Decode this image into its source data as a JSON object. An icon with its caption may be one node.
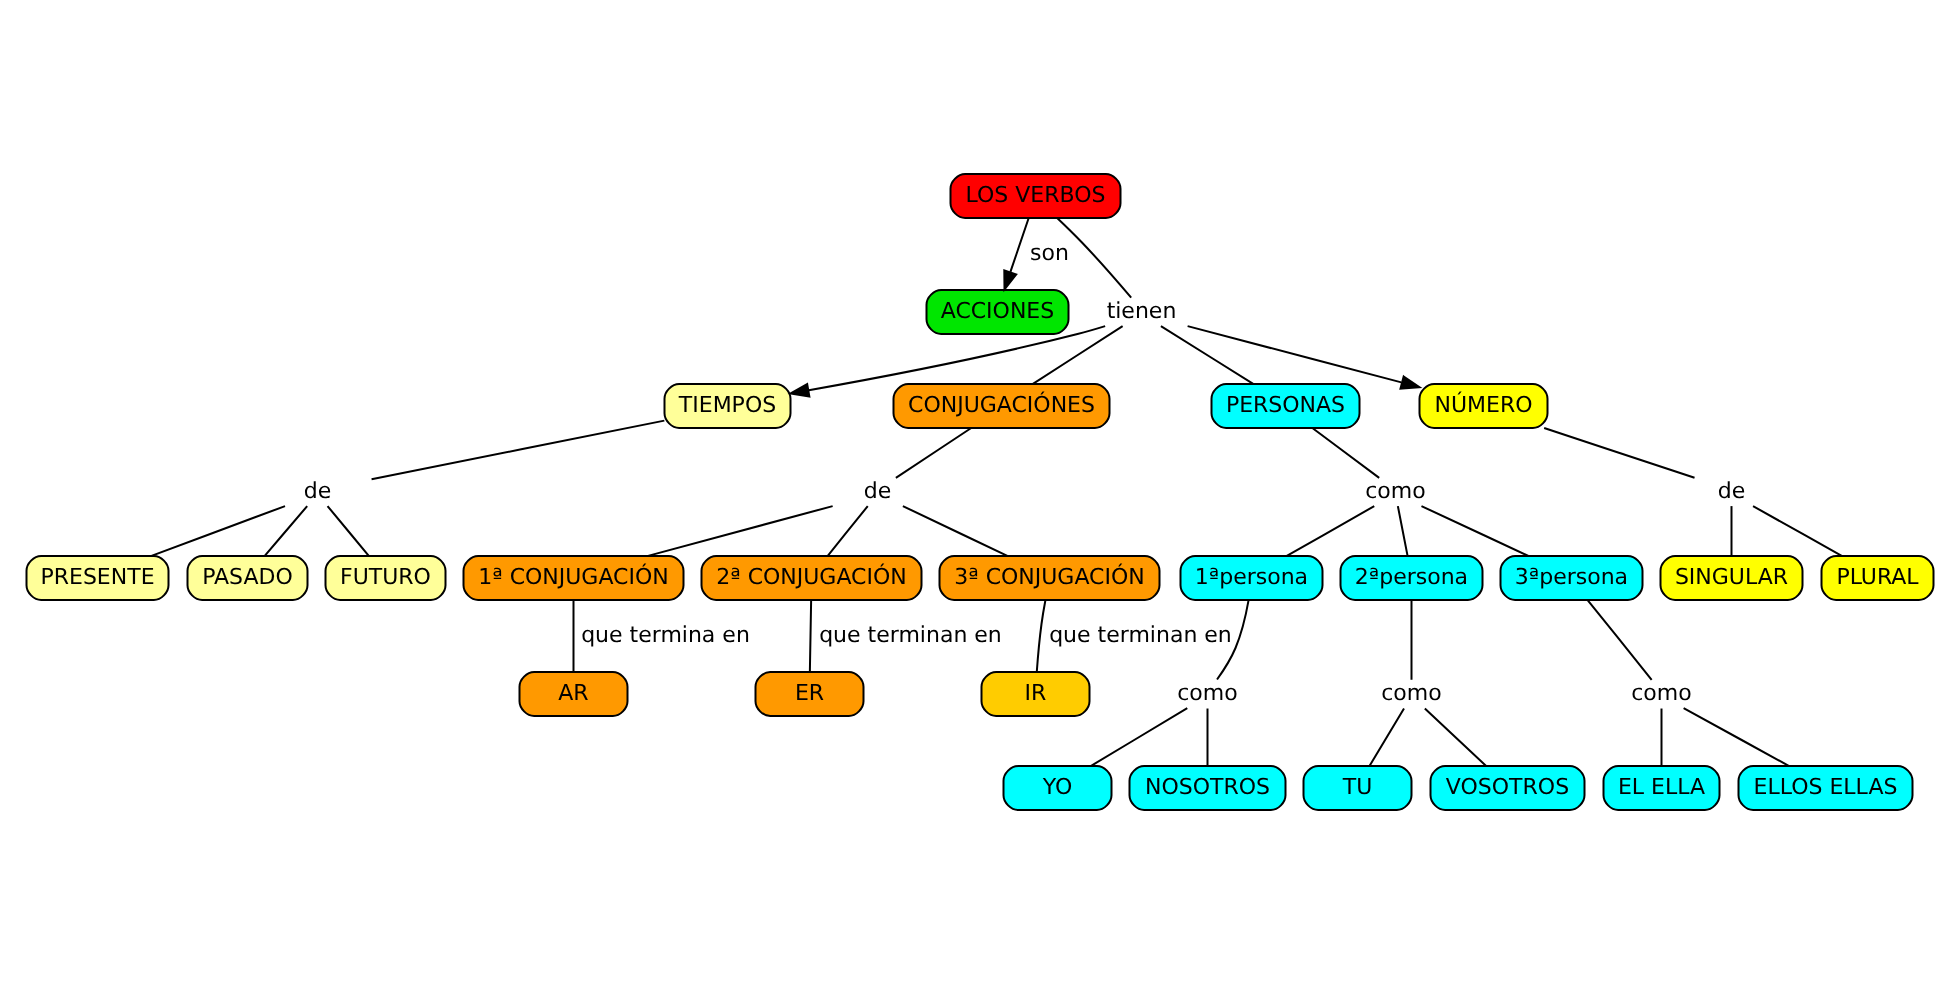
{
  "diagram": {
    "nodes": [
      {
        "text": [
          "LOS VERBOS"
        ]
      },
      {
        "text": [
          "tienen"
        ]
      },
      {
        "text": [
          "ACCIONES"
        ]
      },
      {
        "text": [
          "TIEMPOS"
        ]
      },
      {
        "text": [
          "CONJUGACIÓNES"
        ]
      },
      {
        "text": [
          "PERSONAS"
        ]
      },
      {
        "text": [
          "NÚMERO"
        ]
      },
      {
        "text": [
          "de"
        ]
      },
      {
        "text": [
          "de"
        ]
      },
      {
        "text": [
          "como"
        ]
      },
      {
        "text": [
          "de"
        ]
      },
      {
        "text": [
          "SINGULAR"
        ]
      },
      {
        "text": [
          "PLURAL"
        ]
      },
      {
        "text": [
          "PRESENTE"
        ]
      },
      {
        "text": [
          "PASADO"
        ]
      },
      {
        "text": [
          "FUTURO"
        ]
      },
      {
        "text": [
          "1ª CONJUGACIÓN"
        ]
      },
      {
        "text": [
          "2ª CONJUGACIÓN"
        ]
      },
      {
        "text": [
          "3ª CONJUGACIÓN"
        ]
      },
      {
        "text": [
          "1ªpersona"
        ]
      },
      {
        "text": [
          "2ªpersona"
        ]
      },
      {
        "text": [
          "3ªpersona"
        ]
      },
      {
        "text": [
          "como"
        ]
      },
      {
        "text": [
          "como"
        ]
      },
      {
        "text": [
          "como"
        ]
      },
      {
        "text": [
          "AR"
        ]
      },
      {
        "text": [
          "ER"
        ]
      },
      {
        "text": [
          "IR"
        ]
      },
      {
        "text": [
          "YO"
        ]
      },
      {
        "text": [
          "NOSOTROS"
        ]
      },
      {
        "text": [
          "TU"
        ]
      },
      {
        "text": [
          "VOSOTROS"
        ]
      },
      {
        "text": [
          "EL ELLA"
        ]
      },
      {
        "text": [
          "ELLOS ELLAS"
        ]
      }
    ],
    "edges": [
      {
        "from": 0,
        "to": 2,
        "arrow": "to",
        "label": "son"
      },
      {
        "from": 0,
        "to": 1,
        "arrow": "none"
      },
      {
        "from": 1,
        "to": 3,
        "arrow": "to"
      },
      {
        "from": 1,
        "to": 4,
        "arrow": "none"
      },
      {
        "from": 1,
        "to": 5,
        "arrow": "none"
      },
      {
        "from": 1,
        "to": 6,
        "arrow": "to"
      },
      {
        "from": 3,
        "to": 7,
        "arrow": "none"
      },
      {
        "from": 7,
        "to": 13,
        "arrow": "none"
      },
      {
        "from": 7,
        "to": 14,
        "arrow": "none"
      },
      {
        "from": 7,
        "to": 15,
        "arrow": "none"
      },
      {
        "from": 4,
        "to": 8,
        "arrow": "none"
      },
      {
        "from": 8,
        "to": 16,
        "arrow": "none"
      },
      {
        "from": 8,
        "to": 17,
        "arrow": "none"
      },
      {
        "from": 8,
        "to": 18,
        "arrow": "none"
      },
      {
        "from": 5,
        "to": 9,
        "arrow": "none"
      },
      {
        "from": 9,
        "to": 19,
        "arrow": "none"
      },
      {
        "from": 9,
        "to": 20,
        "arrow": "none"
      },
      {
        "from": 9,
        "to": 21,
        "arrow": "none"
      },
      {
        "from": 6,
        "to": 10,
        "arrow": "none"
      },
      {
        "from": 10,
        "to": 11,
        "arrow": "none"
      },
      {
        "from": 10,
        "to": 12,
        "arrow": "none"
      },
      {
        "from": 16,
        "to": 25,
        "arrow": "none",
        "label": "que termina en"
      },
      {
        "from": 17,
        "to": 26,
        "arrow": "none",
        "label": "que terminan en"
      },
      {
        "from": 18,
        "to": 27,
        "arrow": "none",
        "label": "que terminan en"
      },
      {
        "from": 19,
        "to": 22,
        "arrow": "none"
      },
      {
        "from": 22,
        "to": 28,
        "arrow": "none"
      },
      {
        "from": 22,
        "to": 29,
        "arrow": "none"
      },
      {
        "from": 20,
        "to": 23,
        "arrow": "none"
      },
      {
        "from": 23,
        "to": 30,
        "arrow": "none"
      },
      {
        "from": 23,
        "to": 31,
        "arrow": "none"
      },
      {
        "from": 21,
        "to": 24,
        "arrow": "none"
      },
      {
        "from": 24,
        "to": 32,
        "arrow": "none"
      },
      {
        "from": 24,
        "to": 33,
        "arrow": "none"
      }
    ]
  }
}
